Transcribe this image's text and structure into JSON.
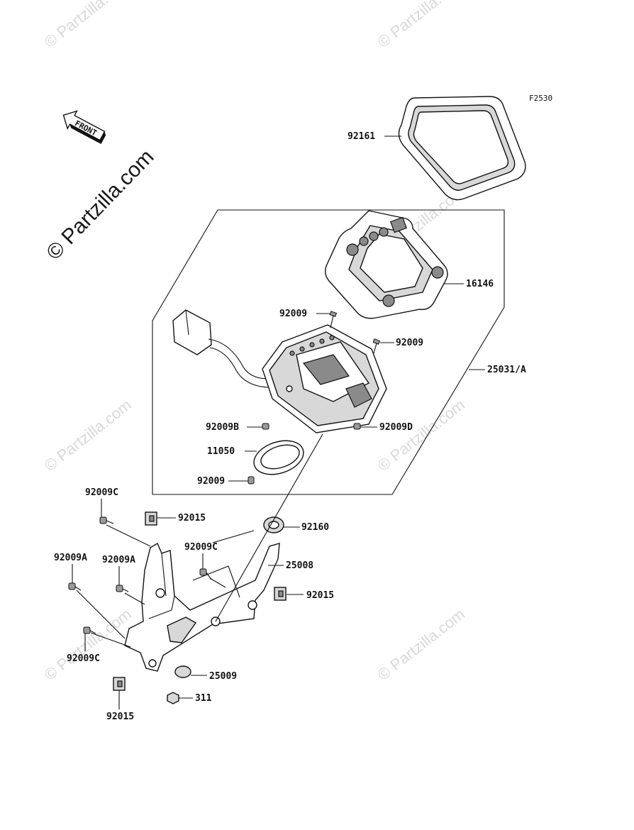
{
  "figure_code": "F2530",
  "watermark": "© Partzilla.com",
  "front_arrow_label": "FRONT",
  "labels": {
    "p92161": "92161",
    "p16146": "16146",
    "p92009_top": "92009",
    "p92009_mid": "92009",
    "p25031a": "25031/A",
    "p92009b": "92009B",
    "p92009d": "92009D",
    "p11050": "11050",
    "p92009_low": "92009",
    "p92009c_a": "92009C",
    "p92015_a": "92015",
    "p92160": "92160",
    "p92009a_a": "92009A",
    "p92009a_b": "92009A",
    "p92009c_b": "92009C",
    "p25008": "25008",
    "p92015_b": "92015",
    "p92009c_c": "92009C",
    "p25009": "25009",
    "p311": "311",
    "p92015_c": "92015"
  }
}
